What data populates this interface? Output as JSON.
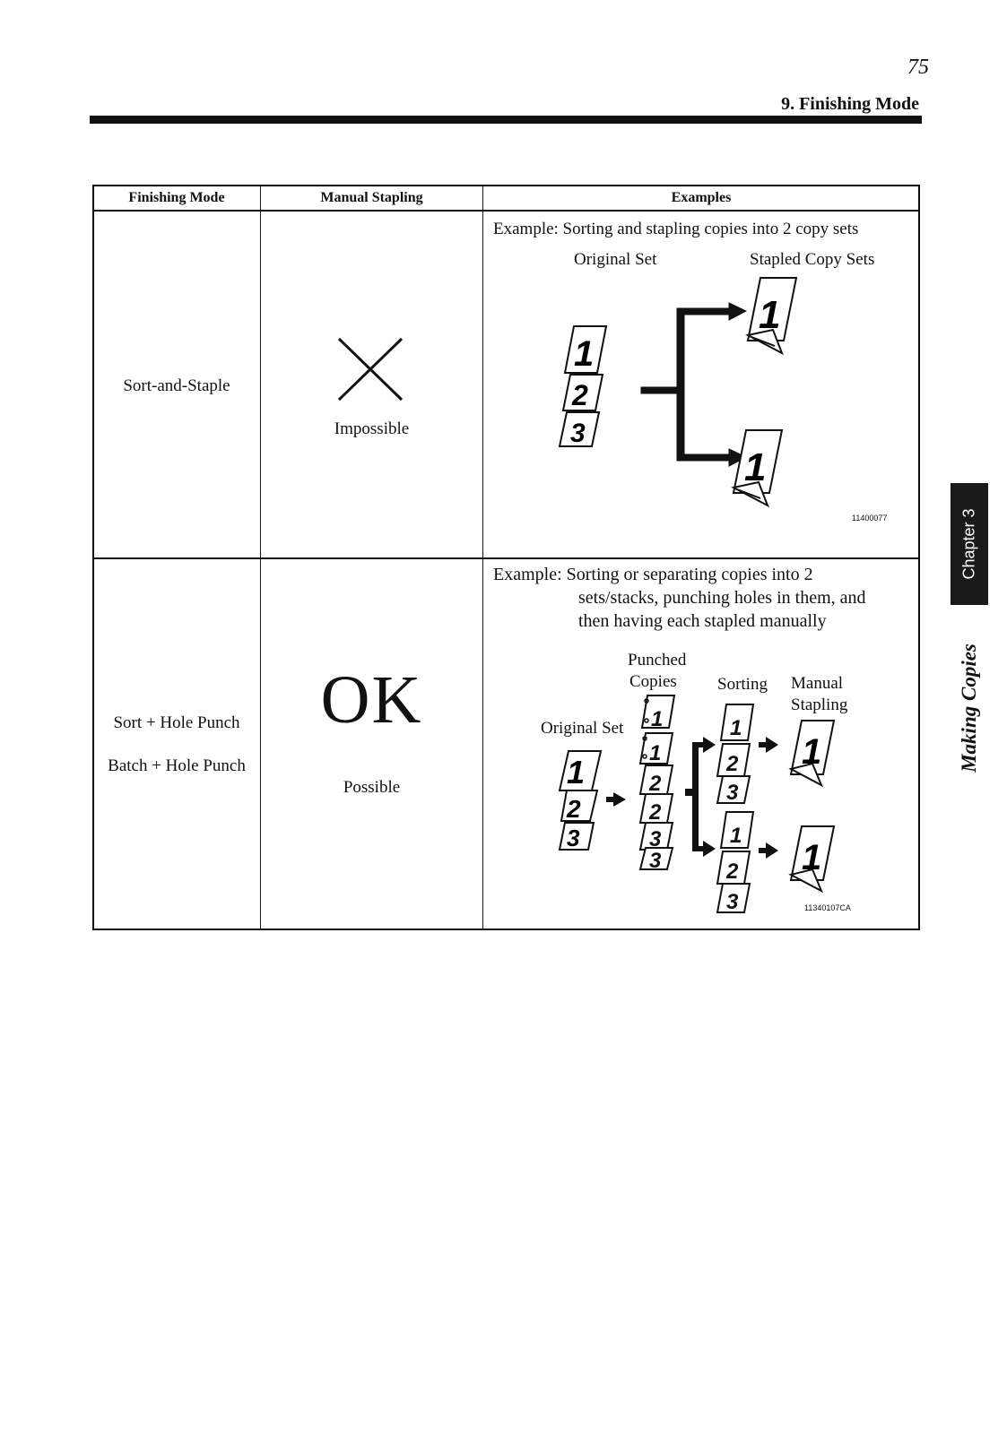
{
  "page": {
    "number": "75",
    "section": "9. Finishing Mode"
  },
  "side_tabs": {
    "chapter": "Chapter 3",
    "title": "Making Copies"
  },
  "table": {
    "headers": {
      "mode": "Finishing Mode",
      "stapling": "Manual Stapling",
      "examples": "Examples"
    },
    "row1": {
      "mode": "Sort-and-Staple",
      "stapling_symbol": "×",
      "stapling_label": "Impossible",
      "example_caption": "Example: Sorting and stapling copies into 2 copy sets",
      "label_original": "Original Set",
      "label_stapled": "Stapled Copy Sets",
      "figure_code": "11400077"
    },
    "row2": {
      "mode_1": "Sort + Hole Punch",
      "mode_2": "Batch + Hole Punch",
      "stapling_symbol": "OK",
      "stapling_label": "Possible",
      "example_line1": "Example: Sorting or separating copies into 2",
      "example_line2": "sets/stacks, punching holes in them, and",
      "example_line3": "then having each stapled manually",
      "label_punched_1": "Punched",
      "label_punched_2": "Copies",
      "label_sorting": "Sorting",
      "label_manual_1": "Manual",
      "label_manual_2": "Stapling",
      "label_original": "Original Set",
      "figure_code": "11340107CA"
    }
  }
}
